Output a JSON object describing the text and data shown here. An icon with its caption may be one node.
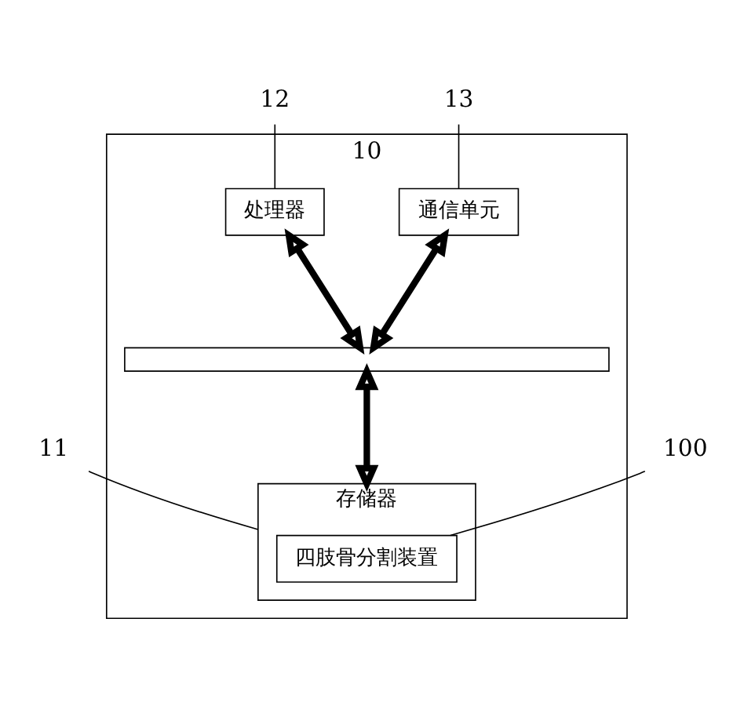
{
  "diagram": {
    "nodes": [
      {
        "text": [
          "10"
        ]
      },
      {
        "text": [
          "处理器"
        ],
        "in": 0
      },
      {
        "text": [
          "通信单元"
        ],
        "in": 0
      },
      {
        "text": [],
        "shape": "bar",
        "in": 0
      },
      {
        "text": [
          "存储器"
        ],
        "in": 0
      },
      {
        "text": [
          "四肢骨分割装置"
        ],
        "in": 4
      },
      {
        "text": [
          "12"
        ]
      },
      {
        "text": [
          "13"
        ]
      },
      {
        "text": [
          "11"
        ]
      },
      {
        "text": [
          "100"
        ]
      }
    ],
    "edges": [
      {
        "from": 1,
        "to": 3,
        "arrow": "both",
        "style": "thick"
      },
      {
        "from": 2,
        "to": 3,
        "arrow": "both",
        "style": "thick"
      },
      {
        "from": 3,
        "to": 4,
        "arrow": "both",
        "style": "thick"
      },
      {
        "from": 6,
        "to": 1,
        "arrow": "none"
      },
      {
        "from": 7,
        "to": 2,
        "arrow": "none"
      },
      {
        "from": 8,
        "to": 4,
        "arrow": "none"
      },
      {
        "from": 9,
        "to": 5,
        "arrow": "none"
      }
    ]
  }
}
